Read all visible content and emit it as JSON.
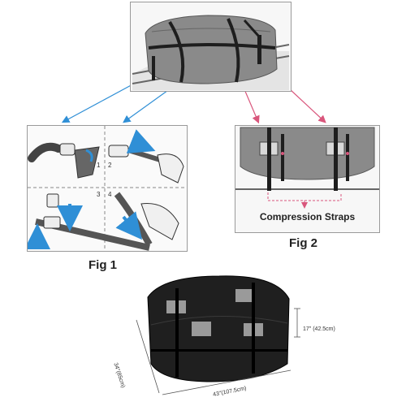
{
  "figures": {
    "fig1": {
      "caption": "Fig 1",
      "steps": [
        "1",
        "2",
        "3",
        "4"
      ]
    },
    "fig2": {
      "caption": "Fig 2",
      "label": "Compression Straps"
    }
  },
  "dimensions": {
    "height": "17\" (42.5cm)",
    "depth": "34\"(85cm)",
    "width": "43\"(107.5cm)"
  },
  "colors": {
    "blue_arrow": "#2f8fd6",
    "pink_arrow": "#d9567c",
    "bag_gray": "#7d7d7d",
    "strap_dark": "#222222"
  }
}
